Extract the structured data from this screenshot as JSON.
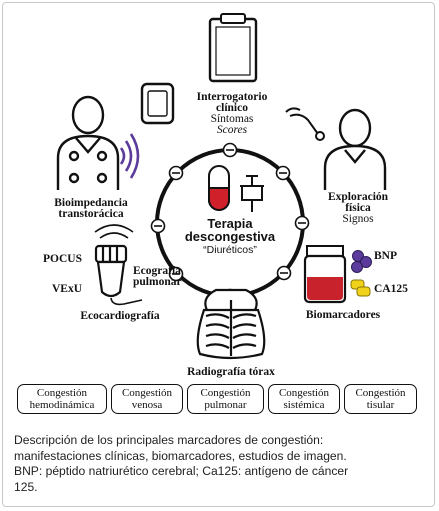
{
  "center": {
    "line1": "Terapia",
    "line2": "descongestiva",
    "line3": "“Diuréticos”"
  },
  "nodes": {
    "interrogatorio": {
      "line1": "Interrogatorio",
      "line2": "clínico",
      "line3": "Síntomas",
      "line4": "Scores"
    },
    "exploracion": {
      "line1": "Exploración",
      "line2": "física",
      "line3": "Signos"
    },
    "bioimpedancia": {
      "line1": "Bioimpedancia",
      "line2": "transtorácica"
    },
    "biomarcadores": {
      "label": "Biomarcadores",
      "bnp": "BNP",
      "ca125": "CA125"
    },
    "radiografia": {
      "label": "Radiografía tórax"
    },
    "ecografia": {
      "pocus": "POCUS",
      "vexu": "VExU",
      "eco1": "Ecografía",
      "eco2": "pulmonar",
      "ecocardiografia": "Ecocardiografía"
    }
  },
  "congestion": [
    {
      "line1": "Congestión",
      "line2": "hemodinámica"
    },
    {
      "line1": "Congestión",
      "line2": "venosa"
    },
    {
      "line1": "Congestión",
      "line2": "pulmonar"
    },
    {
      "line1": "Congestión",
      "line2": "sistémica"
    },
    {
      "line1": "Congestión",
      "line2": "tisular"
    }
  ],
  "caption": {
    "line1": "Descripción de los principales marcadores de congestión:",
    "line2": "manifestaciones clínicas, biomarcadores, estudios de imagen.",
    "line3": "BNP: péptido natriurético cerebral; Ca125: antígeno de cáncer",
    "line4": "125."
  },
  "colors": {
    "ink": "#111111",
    "accent_red": "#d0202a",
    "purple": "#5b3c9c",
    "yellow": "#f0d21a",
    "flask_red": "#c8232c"
  },
  "icons": [
    "clipboard-icon",
    "smartwatch-icon",
    "doctor-icon",
    "patient-wearable-icon",
    "flask-icon",
    "pill-icon",
    "syringe-icon",
    "ultrasound-probe-icon",
    "chest-xray-icon"
  ]
}
